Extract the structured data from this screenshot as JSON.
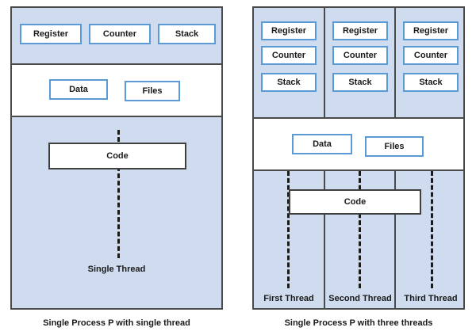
{
  "figure": {
    "title_left": "Single Process P with single thread",
    "title_right": "Single Process P with three threads"
  },
  "colors": {
    "panel_fill": "#cfdcef",
    "panel_border": "#4a4a4a",
    "resource_box_border": "#5b9bd5",
    "resource_box_fill": "#ffffff",
    "code_box_border": "#3f3f3f",
    "thread_line": "#1a1a1a",
    "text": "#1a1a1a",
    "page_background": "#ffffff"
  },
  "single_process": {
    "caption": "Single Process P with single thread",
    "registers_band": {
      "boxes": [
        {
          "label": "Register"
        },
        {
          "label": "Counter"
        },
        {
          "label": "Stack"
        }
      ]
    },
    "memory_band": {
      "boxes": [
        {
          "label": "Data"
        },
        {
          "label": "Files"
        }
      ]
    },
    "code_band": {
      "code_label": "Code",
      "thread_label": "Single Thread"
    }
  },
  "three_threads_process": {
    "caption": "Single Process P with three threads",
    "thread_columns": [
      {
        "name": "first-thread",
        "resources": [
          {
            "label": "Register"
          },
          {
            "label": "Counter"
          },
          {
            "label": "Stack"
          }
        ],
        "thread_label": "First Thread"
      },
      {
        "name": "second-thread",
        "resources": [
          {
            "label": "Register"
          },
          {
            "label": "Counter"
          },
          {
            "label": "Stack"
          }
        ],
        "thread_label": "Second Thread"
      },
      {
        "name": "third-thread",
        "resources": [
          {
            "label": "Register"
          },
          {
            "label": "Counter"
          },
          {
            "label": "Stack"
          }
        ],
        "thread_label": "Third Thread"
      }
    ],
    "memory_band": {
      "boxes": [
        {
          "label": "Data"
        },
        {
          "label": "Files"
        }
      ]
    },
    "code_band": {
      "code_label": "Code"
    }
  }
}
